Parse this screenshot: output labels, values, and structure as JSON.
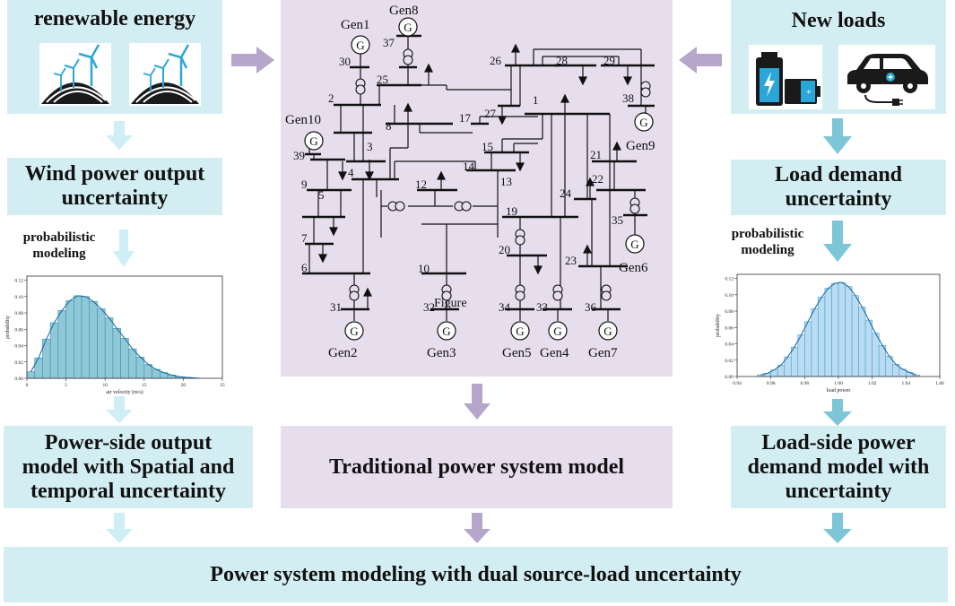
{
  "left": {
    "renewable_title": "renewable energy",
    "wind_uncertainty_line1": "Wind power output",
    "wind_uncertainty_line2": "uncertainty",
    "prob_label_line1": "probabilistic",
    "prob_label_line2": "modeling",
    "output_model_line1": "Power-side output",
    "output_model_line2": "model with Spatial and",
    "output_model_line3": "temporal uncertainty"
  },
  "center": {
    "traditional_model": "Traditional power system model",
    "figure_label": "Figure",
    "generators": [
      "Gen1",
      "Gen2",
      "Gen3",
      "Gen4",
      "Gen5",
      "Gen6",
      "Gen7",
      "Gen8",
      "Gen9",
      "Gen10"
    ],
    "gen_symbol": "G",
    "bus_numbers": [
      "1",
      "2",
      "3",
      "4",
      "5",
      "6",
      "7",
      "8",
      "9",
      "10",
      "12",
      "13",
      "14",
      "15",
      "17",
      "19",
      "20",
      "21",
      "22",
      "23",
      "24",
      "25",
      "26",
      "27",
      "28",
      "29",
      "30",
      "31",
      "32",
      "33",
      "34",
      "35",
      "36",
      "37",
      "38",
      "39"
    ]
  },
  "right": {
    "new_loads_title": "New loads",
    "load_uncertainty_line1": "Load demand",
    "load_uncertainty_line2": "uncertainty",
    "prob_label_line1": "probabilistic",
    "prob_label_line2": "modeling",
    "demand_model_line1": "Load-side power",
    "demand_model_line2": "demand model with",
    "demand_model_line3": "uncertainty"
  },
  "bottom": {
    "final_model": "Power system modeling with dual source-load uncertainty"
  },
  "chart_data": [
    {
      "type": "bar",
      "xlabel": "air velocity    (m/s)",
      "ylabel": "probability",
      "x_ticks": [
        "0",
        "5",
        "10",
        "15",
        "20",
        "25"
      ],
      "y_ticks": [
        "0.00",
        "0.02",
        "0.04",
        "0.06",
        "0.08",
        "0.10",
        "0.12"
      ],
      "xlim": [
        0,
        25
      ],
      "ylim": [
        0,
        0.125
      ],
      "bin_width": 1,
      "bin_starts": [
        0,
        1,
        2,
        3,
        4,
        5,
        6,
        7,
        8,
        9,
        10,
        11,
        12,
        13,
        14,
        15,
        16,
        17,
        18,
        19,
        20,
        21
      ],
      "values": [
        0.008,
        0.025,
        0.048,
        0.068,
        0.083,
        0.095,
        0.101,
        0.1,
        0.094,
        0.085,
        0.074,
        0.061,
        0.049,
        0.036,
        0.026,
        0.017,
        0.011,
        0.007,
        0.004,
        0.002,
        0.001,
        0.0005
      ],
      "fit_curve": "weibull",
      "colors": {
        "bar": "#8fc9d8",
        "bar_edge": "#3e8fa6",
        "curve": "#1f6fa8"
      }
    },
    {
      "type": "bar",
      "xlabel": "load power",
      "ylabel": "probability",
      "x_ticks": [
        "0.94",
        "0.96",
        "0.98",
        "1.00",
        "1.02",
        "1.04",
        "1.06"
      ],
      "y_ticks": [
        "0.00",
        "0.02",
        "0.04",
        "0.06",
        "0.08",
        "0.10",
        "0.12"
      ],
      "xlim": [
        0.94,
        1.06
      ],
      "ylim": [
        0,
        0.125
      ],
      "bin_width": 0.004,
      "bin_starts": [
        0.952,
        0.956,
        0.96,
        0.964,
        0.968,
        0.972,
        0.976,
        0.98,
        0.984,
        0.988,
        0.992,
        0.996,
        1.0,
        1.004,
        1.008,
        1.012,
        1.016,
        1.02,
        1.024,
        1.028,
        1.032,
        1.036,
        1.04,
        1.044
      ],
      "values": [
        0.002,
        0.004,
        0.008,
        0.014,
        0.024,
        0.036,
        0.051,
        0.067,
        0.083,
        0.097,
        0.108,
        0.114,
        0.115,
        0.11,
        0.099,
        0.085,
        0.069,
        0.053,
        0.038,
        0.025,
        0.015,
        0.009,
        0.005,
        0.002
      ],
      "fit_curve": "normal",
      "colors": {
        "bar": "#b9dcf3",
        "bar_edge": "#4a9fd0",
        "curve": "#1f6fa8"
      }
    }
  ],
  "colors": {
    "cyan_box": "#d3eef2",
    "lavender_box": "#e6deed",
    "cyan_arrow_light": "#cfeef5",
    "cyan_arrow": "#7cc6d8",
    "lavender_arrow": "#b6a6cc"
  },
  "icons": [
    "wind-turbine-icon",
    "battery-icon",
    "electric-car-icon",
    "generator-icon",
    "transformer-icon"
  ]
}
